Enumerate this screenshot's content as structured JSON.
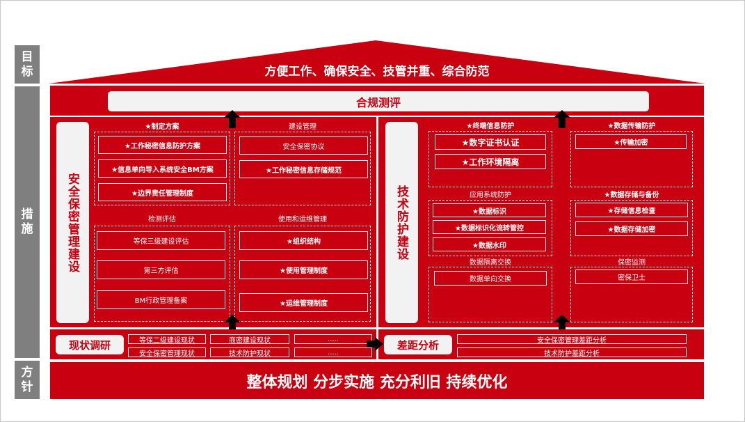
{
  "side_labels": {
    "goal": "目标",
    "measures": "措施",
    "policy": "方针"
  },
  "roof_text": "方便工作、确保安全、技管并重、综合防范",
  "compliance": "合规测评",
  "left_panel": {
    "title": "安全保密管理建设",
    "groups": [
      {
        "caption": "★制定方案",
        "items": [
          "★工作秘密信息防护方案",
          "★信息单向导入系统安全BM方案",
          "★边界责任管理制度"
        ]
      },
      {
        "caption": "建设管理",
        "items": [
          "安全保密协议",
          "★工作秘密信息存储规范"
        ]
      },
      {
        "caption": "检测评估",
        "items": [
          "等保三级建设评估",
          "第三方评估",
          "BM行政管理备案"
        ]
      },
      {
        "caption": "使用和运维管理",
        "items": [
          "★组织结构",
          "★使用管理制度",
          "★运维管理制度"
        ]
      }
    ]
  },
  "right_panel": {
    "title": "技术防护建设",
    "groups": [
      {
        "caption": "★终端信息防护",
        "items": [
          "★数字证书认证",
          "★工作环境隔离"
        ]
      },
      {
        "caption": "★数据传输防护",
        "items": [
          "★传输加密"
        ]
      },
      {
        "caption": "应用系统防护",
        "items": [
          "★数据标识",
          "★数据标识化流转管控",
          "★数据水印"
        ]
      },
      {
        "caption": "★数据存储与备份",
        "items": [
          "★存储信息检查",
          "★数据存储加密"
        ]
      },
      {
        "caption": "数据隔离交换",
        "items": [
          "数据单向交换"
        ]
      },
      {
        "caption": "保密监测",
        "items": [
          "密保卫士"
        ]
      }
    ]
  },
  "status_survey": {
    "title": "现状调研",
    "cells": [
      "等保二级建设现状",
      "商密建设现状",
      ".....",
      "安全保密管理现状",
      "技术防护现状",
      "....."
    ]
  },
  "gap_analysis": {
    "title": "差距分析",
    "items": [
      "安全保密管理差距分析",
      "技术防护差距分析"
    ]
  },
  "policy_text": "整体规划 分步实施 充分利旧 持续优化",
  "colors": {
    "brand_red": "#c8000f",
    "label_gray": "#7f7f7f",
    "panel_light": "#f2f2f2"
  }
}
